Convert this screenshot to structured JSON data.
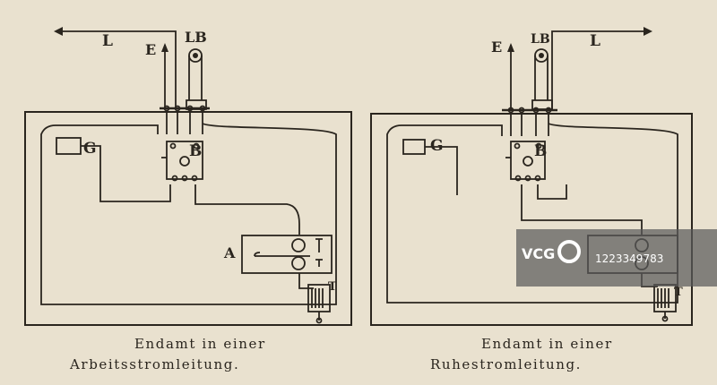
{
  "left": {
    "labels": {
      "L": "L",
      "E": "E",
      "LB": "LB",
      "G": "G",
      "B": "B",
      "A": "A",
      "T": "T"
    },
    "caption": [
      "Endamt in einer",
      "Arbeitsstromleitung."
    ]
  },
  "right": {
    "labels": {
      "L": "L",
      "E": "E",
      "LB": "LB",
      "G": "G",
      "B": "B",
      "T": "T"
    },
    "caption": [
      "Endamt in einer",
      "Ruhestromleitung."
    ]
  },
  "watermark": {
    "brand": "VCG",
    "number": "1223349783"
  },
  "colors": {
    "paper": "#e9e1cf",
    "ink": "#2a251e"
  }
}
